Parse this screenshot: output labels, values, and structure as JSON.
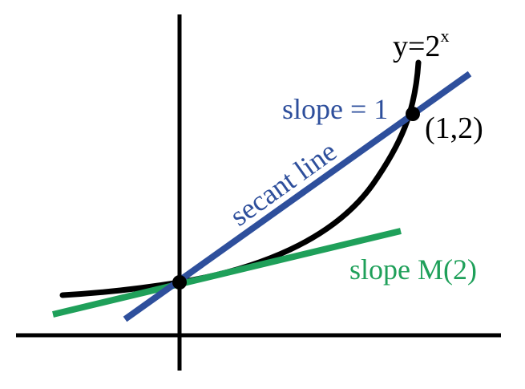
{
  "labels": {
    "curve": {
      "base": "y=2",
      "exponent": "x"
    },
    "secant_slope": "slope = 1",
    "secant_name": "secant line",
    "point": "(1,2)",
    "tangent_slope": "slope M(2)"
  },
  "colors": {
    "background": "#ffffff",
    "axes": "#000000",
    "curve": "#000000",
    "secant": "#2e4f9c",
    "tangent": "#1fa05a",
    "points": "#000000"
  },
  "points": [
    {
      "name": "origin-intercept",
      "x": 0,
      "y": 1
    },
    {
      "name": "point-1-2",
      "x": 1,
      "y": 2
    }
  ]
}
